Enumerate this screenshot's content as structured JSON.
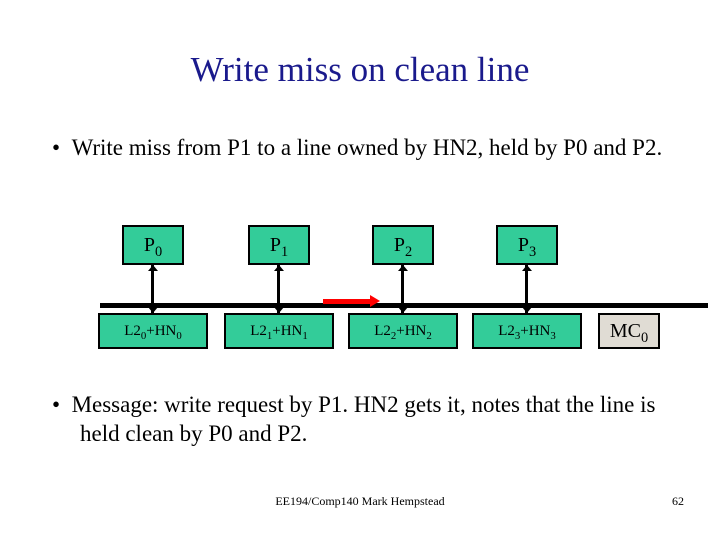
{
  "slide": {
    "title": "Write miss on clean line",
    "bullets": [
      {
        "marker": "•",
        "text": "Write miss from P1 to a line owned by HN2, held by P0 and P2."
      },
      {
        "marker": "•",
        "text": "Message: write request by P1. HN2 gets it, notes that the line is held clean by P0 and P2."
      }
    ],
    "footer": {
      "center": "EE194/Comp140 Mark Hempstead",
      "page": "62"
    },
    "diagram": {
      "processors": [
        {
          "base": "P",
          "sub": "0"
        },
        {
          "base": "P",
          "sub": "1"
        },
        {
          "base": "P",
          "sub": "2"
        },
        {
          "base": "P",
          "sub": "3"
        }
      ],
      "caches": [
        {
          "pre": "L2",
          "sub1": "0",
          "mid": "+HN",
          "sub2": "0"
        },
        {
          "pre": "L2",
          "sub1": "1",
          "mid": "+HN",
          "sub2": "1"
        },
        {
          "pre": "L2",
          "sub1": "2",
          "mid": "+HN",
          "sub2": "2"
        },
        {
          "pre": "L2",
          "sub1": "3",
          "mid": "+HN",
          "sub2": "3"
        }
      ],
      "memory_controller": {
        "base": "MC",
        "sub": "0"
      },
      "colors": {
        "node_fill": "#33cc99",
        "mc_fill": "#e0dcd4",
        "message_arrow": "#ff0000",
        "bus": "#000000",
        "title": "#1a1a8c"
      }
    }
  }
}
